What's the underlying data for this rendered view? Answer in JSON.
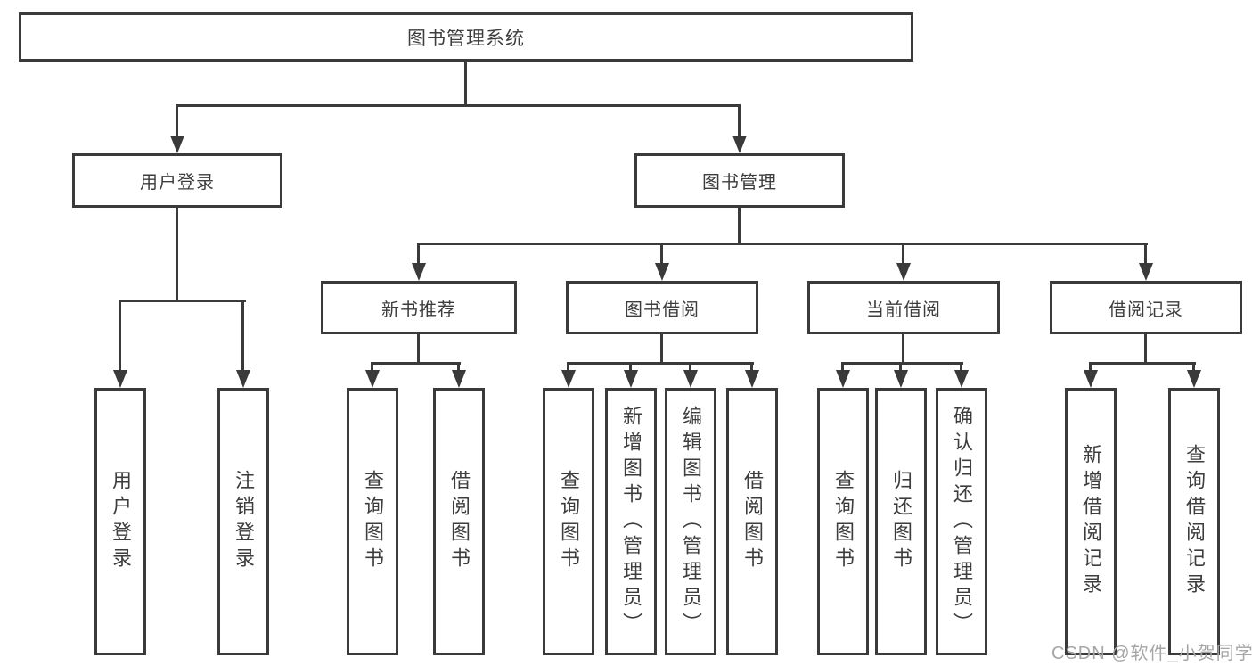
{
  "diagram_type": "hierarchy-tree",
  "tree": {
    "label": "图书管理系统",
    "children": [
      {
        "label": "用户登录",
        "children": [
          {
            "label": "用户登录"
          },
          {
            "label": "注销登录"
          }
        ]
      },
      {
        "label": "图书管理",
        "children": [
          {
            "label": "新书推荐",
            "children": [
              {
                "label": "查询图书"
              },
              {
                "label": "借阅图书"
              }
            ]
          },
          {
            "label": "图书借阅",
            "children": [
              {
                "label": "查询图书"
              },
              {
                "label": "新增图书（管理员）"
              },
              {
                "label": "编辑图书（管理员）"
              },
              {
                "label": "借阅图书"
              }
            ]
          },
          {
            "label": "当前借阅",
            "children": [
              {
                "label": "查询图书"
              },
              {
                "label": "归还图书"
              },
              {
                "label": "确认归还（管理员）"
              }
            ]
          },
          {
            "label": "借阅记录",
            "children": [
              {
                "label": "新增借阅记录"
              },
              {
                "label": "查询借阅记录"
              }
            ]
          }
        ]
      }
    ]
  },
  "watermark": {
    "text": "CSDN @软件_小贺同学"
  },
  "colors": {
    "line": "#3a3a3a",
    "text": "#3d3d3d",
    "node_background": "#ffffff",
    "page_background": "#ffffff",
    "watermark": "#a6a6a6"
  }
}
